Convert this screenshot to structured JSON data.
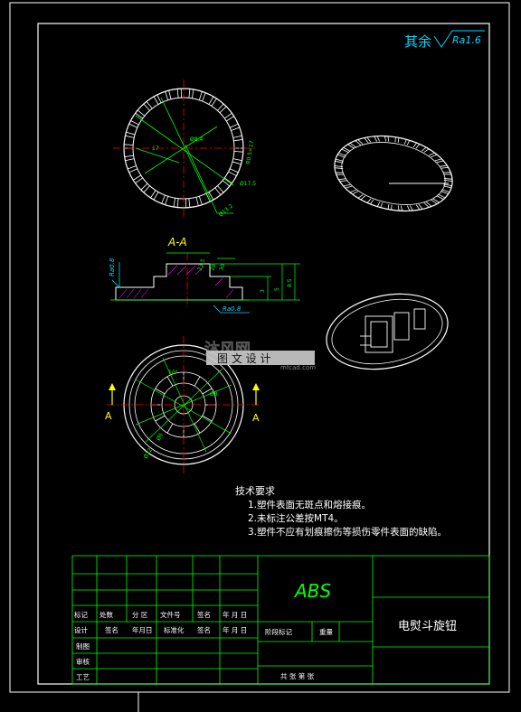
{
  "surface_finish": {
    "prefix": "其余",
    "value": "Ra1.6"
  },
  "section_label": "A-A",
  "section_marker": "A",
  "roughness": {
    "left": "Ra0.8",
    "bottom": "Ra0.8"
  },
  "dimensions": {
    "top_a": "Ø8.4",
    "top_b": "R0.5×17",
    "top_c": "Ø17.5",
    "top_d": "Ø13.2",
    "top_e": "17",
    "sec_a": "23.5",
    "sec_b": "28",
    "sec_c": "30",
    "sec_d": "8.5",
    "sec_e": "5",
    "sec_f": "3",
    "bot_a": "10°",
    "bot_b": "Ø8",
    "bot_c": "Ø6",
    "bot_d": "Ø12"
  },
  "tech_notes": {
    "heading": "技术要求",
    "items": [
      "1.塑件表面无斑点和熔接痕。",
      "2.未标注公差按MT4。",
      "3.塑件不应有划痕擦伤等损伤零件表面的缺陷。"
    ]
  },
  "title_block": {
    "material": "ABS",
    "part_name": "电熨斗旋钮",
    "row_labels": [
      "标记",
      "处数",
      "分 区",
      "文件号",
      "签名",
      "年 月 日"
    ],
    "row2_labels": [
      "设计",
      "签名",
      "年月日",
      "标准化",
      "签名",
      "年 月 日"
    ],
    "stage_label": "阶段标记",
    "weight_label": "重量",
    "left_labels": [
      "制图",
      "审核",
      "工艺"
    ],
    "sheet_text": "共  张  第  张"
  },
  "watermark": {
    "logo_text": "沐风网",
    "site_text": "mfcad.com",
    "overlay_text": "图 文 设 计"
  },
  "colors": {
    "background": "#000000",
    "frame": "#ffffff",
    "title_block": "#00ff00",
    "dimension": "#00ff00",
    "outline": "#ffffff",
    "centerline": "#ff0000",
    "surface_symbol": "#00d8ff",
    "section_hatch": "#ff00ff"
  }
}
